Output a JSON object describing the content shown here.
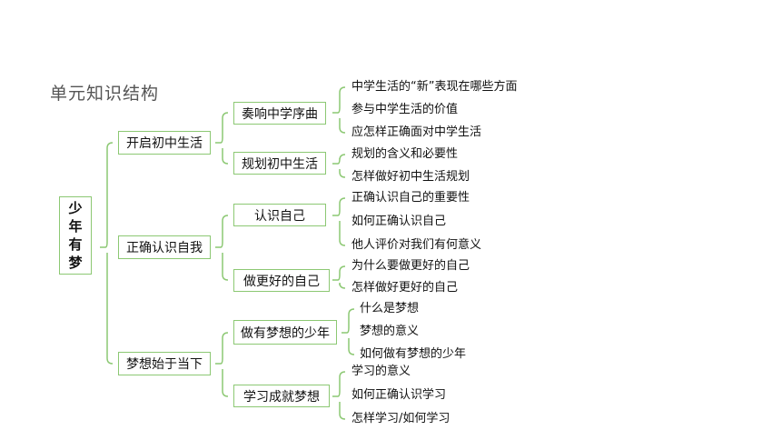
{
  "title": "单元知识结构",
  "root": {
    "chars": [
      "少",
      "年",
      "有",
      "梦"
    ]
  },
  "level1": [
    {
      "label": "开启初中生活"
    },
    {
      "label": "正确认识自我"
    },
    {
      "label": "梦想始于当下"
    }
  ],
  "level2": [
    {
      "label": "奏响中学序曲",
      "items": [
        "中学生活的“新”表现在哪些方面",
        "参与中学生活的价值",
        "应怎样正确面对中学生活"
      ]
    },
    {
      "label": "规划初中生活",
      "items": [
        "规划的含义和必要性",
        "怎样做好初中生活规划"
      ]
    },
    {
      "label": "认识自己",
      "items": [
        "正确认识自己的重要性",
        "如何正确认识自己",
        "他人评价对我们有何意义"
      ]
    },
    {
      "label": "做更好的自己",
      "items": [
        "为什么要做更好的自己",
        "怎样做好更好的自己"
      ]
    },
    {
      "label": "做有梦想的少年",
      "items": [
        "什么是梦想",
        "梦想的意义",
        "如何做有梦想的少年"
      ]
    },
    {
      "label": "学习成就梦想",
      "items": [
        "学习的意义",
        "如何正确认识学习",
        "怎样学习/如何学习"
      ]
    }
  ],
  "colors": {
    "line": "#8cc873",
    "box_border": "#8cc873"
  }
}
